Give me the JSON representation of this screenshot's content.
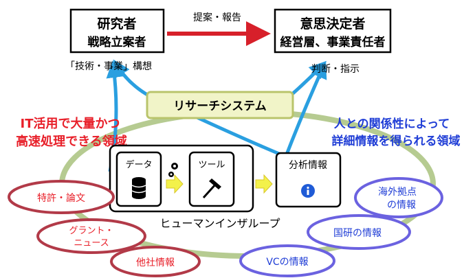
{
  "researcher": {
    "title": "研究者",
    "subtitle": "戦略立案者",
    "caption": "「技術・事業」構想"
  },
  "decision_maker": {
    "title": "意思決定者",
    "subtitle": "経営層、事業責任者",
    "caption": "判断・指示"
  },
  "flow_label": "提案・報告",
  "research_system": "リサーチシステム",
  "left_domain": {
    "line1": "IT活用で大量かつ",
    "line2": "高速処理できる領域"
  },
  "right_domain": {
    "line1": "人との関係性によって",
    "line2": "詳細情報を得られる領域"
  },
  "inner": {
    "data": "データ",
    "tool": "ツール",
    "analysis": "分析情報",
    "loop": "ヒューマンインザループ"
  },
  "red_sources": {
    "patent": "特許・論文",
    "grant_1": "グラント・",
    "grant_2": "ニュース",
    "competitor": "他社情報"
  },
  "blue_sources": {
    "overseas_1": "海外拠点",
    "overseas_2": "の情報",
    "national_lab": "国研の情報",
    "vc": "VCの情報"
  },
  "colors": {
    "red_text": "#e8202a",
    "blue_text": "#1f3dd6",
    "red_arrow": "#d7202a",
    "light_blue_arrow": "#2a9fe0",
    "green_ring": "#97b86a",
    "system_fill": "#f1f4c8",
    "system_border": "#b9c46b",
    "red_oval": "#b23a48",
    "blue_oval": "#6b62e0",
    "yellow_arrow": "#f3f14a"
  },
  "icons": {
    "data": "database-icon",
    "process": "gears-icon",
    "tool": "hammer-icon",
    "analysis": "info-icon"
  }
}
